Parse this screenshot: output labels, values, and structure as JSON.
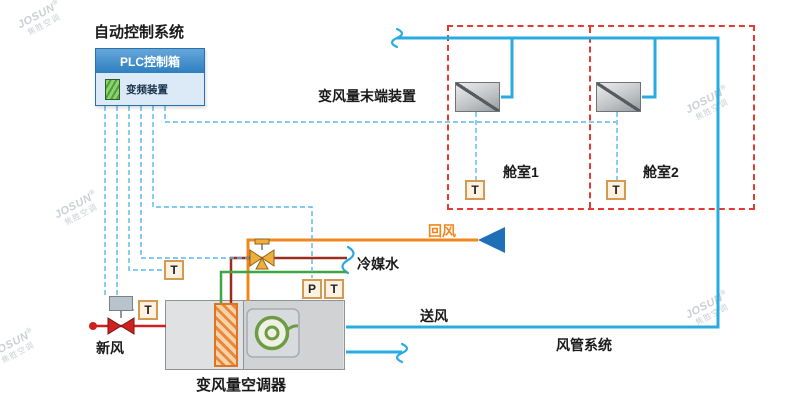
{
  "title": "自动控制系统",
  "plc": {
    "header": "PLC控制箱",
    "inverter_label": "变频装置"
  },
  "zone": {
    "terminal_label": "变风量末端装置",
    "cabin1": "舱室1",
    "cabin2": "舱室2"
  },
  "flows": {
    "return_air": "回风",
    "chilled_water": "冷媒水",
    "supply_air": "送风",
    "fresh_air": "新风",
    "duct_system": "风管系统",
    "ahu": "变风量空调器"
  },
  "sensors": {
    "temperature": "T",
    "pressure": "P"
  },
  "watermark": {
    "brand": "JOSUN",
    "registered": "®",
    "company": "焦胜空调"
  },
  "colors": {
    "duct-cyan": "#29abe2",
    "return-orange": "#f0871e",
    "water-green": "#3fa646",
    "water-maroon": "#9b2d1f",
    "fresh-red": "#cf2020",
    "zone-red": "#e63a30",
    "control-dash": "#58b8e8",
    "arrow-blue": "#1d6fb8",
    "valve-yellow": "#efae3a",
    "plc-body": "#dceaf8",
    "sensor-bg": "#fdf2e2",
    "sensor-border": "#d49a52"
  }
}
